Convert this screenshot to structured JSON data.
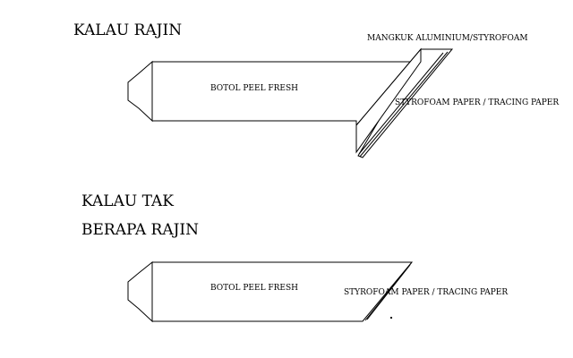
{
  "diagram_1": {
    "heading": "KALAU RAJIN",
    "bottle_label": "BOTOL PEEL FRESH",
    "bowl_label": "MANGKUK ALUMINIUM/STYROFOAM",
    "paper_label": "STYROFOAM PAPER / TRACING PAPER"
  },
  "diagram_2": {
    "heading_line1": "KALAU TAK",
    "heading_line2": "BERAPA RAJIN",
    "bottle_label": "BOTOL PEEL FRESH",
    "paper_label": "STYROFOAM PAPER / TRACING PAPER"
  },
  "colors": {
    "line": "#000000",
    "background": "#ffffff"
  }
}
